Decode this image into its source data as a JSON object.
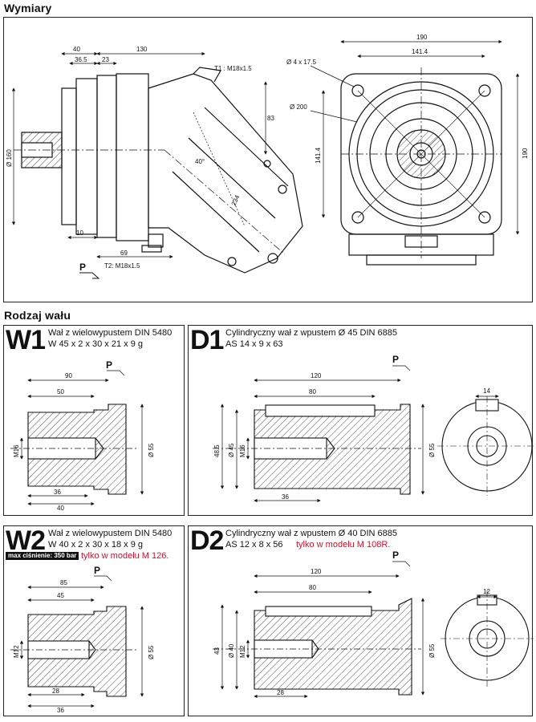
{
  "headings": {
    "dimensions": "Wymiary",
    "shaft_type": "Rodzaj wału"
  },
  "top": {
    "side": {
      "d40": "40",
      "d36_5": "36.5",
      "d23": "23",
      "d130": "130",
      "port_t1": "T1 : M18x1.5",
      "d83": "83",
      "angle": "40°",
      "shaft_dia": "Ø 160",
      "d10": "10",
      "d69": "69",
      "port_t2": "T2: M18x1.5",
      "d234": "234",
      "p": "P"
    },
    "front": {
      "d190w": "190",
      "d141_4w": "141.4",
      "holes": "Ø 4 x 17.5",
      "d200": "Ø 200",
      "d141_4h": "141.4",
      "d190h": "190"
    }
  },
  "panels": {
    "w1": {
      "code": "W1",
      "line1": "Wał z wielowypustem DIN 5480",
      "line2": "W 45 x 2 x 30 x 21 x 9 g",
      "dims": {
        "len_total": "90",
        "len_spline": "50",
        "thread": "M16",
        "dia": "Ø 55",
        "d36": "36",
        "d40": "40",
        "p": "P"
      }
    },
    "d1": {
      "code": "D1",
      "line1": "Cylindryczny wał z wpustem Ø 45 DIN 6885",
      "line2": "AS 14 x 9 x 63",
      "dims": {
        "len_total": "120",
        "len_key": "80",
        "d48_5": "48.5",
        "dia_shaft": "Ø 45",
        "thread": "M16",
        "dia": "Ø 55",
        "d36": "36",
        "key_w": "14",
        "p": "P"
      }
    },
    "w2": {
      "code": "W2",
      "line1": "Wał z wielowypustem DIN 5480",
      "line2": "W 40 x 2 x 30 x 18 x 9 g",
      "badge": "max ciśnienie: 350 bar",
      "note": "tylko w modelu M 126.",
      "dims": {
        "len_total": "85",
        "len_spline": "45",
        "thread": "M12",
        "dia": "Ø 55",
        "d28": "28",
        "d36": "36",
        "p": "P"
      }
    },
    "d2": {
      "code": "D2",
      "line1": "Cylindryczny wał z wpustem Ø 40 DIN 6885",
      "line2": "AS 12 x 8 x 56",
      "note": "tylko w modelu M 108R.",
      "dims": {
        "len_total": "120",
        "len_key": "80",
        "d43": "43",
        "dia_shaft": "Ø 40",
        "thread": "M12",
        "dia": "Ø 55",
        "d28": "28",
        "key_w": "12",
        "p": "P"
      }
    }
  }
}
